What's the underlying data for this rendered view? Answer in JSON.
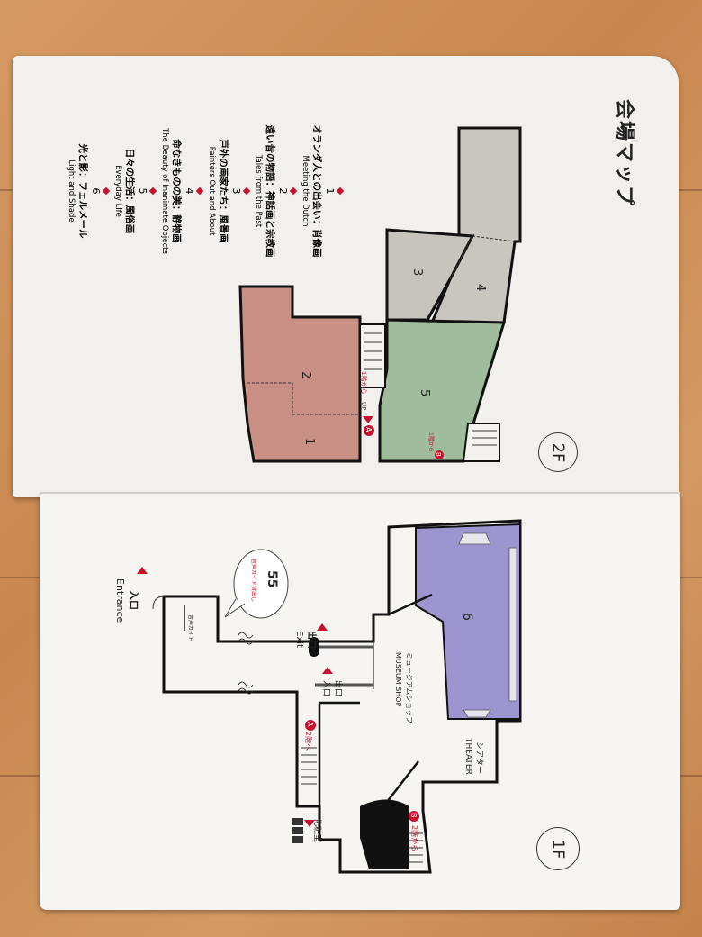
{
  "title": "会場マップ",
  "legend": [
    {
      "num": "1",
      "ja": "オランダ人との出会い：肖像画",
      "en": "Meeting the Dutch"
    },
    {
      "num": "2",
      "ja": "遠い昔の物語：神話画と宗教画",
      "en": "Tales from the Past"
    },
    {
      "num": "3",
      "ja": "戸外の画家たち：風景画",
      "en": "Painters Out and About"
    },
    {
      "num": "4",
      "ja": "命なきものの美：静物画",
      "en": "The Beauty of Inanimate Objects"
    },
    {
      "num": "5",
      "ja": "日々の生活：風俗画",
      "en": "Everyday Life"
    },
    {
      "num": "6",
      "ja": "光と影：フェルメール",
      "en": "Light and Shade"
    }
  ],
  "floor2": {
    "label": "2F",
    "rooms": [
      "1",
      "2",
      "3",
      "4",
      "5"
    ],
    "from1f_a": "1階から",
    "from1f_b": "1階から",
    "up": "UP",
    "marker_a": "A",
    "marker_b": "B"
  },
  "floor1": {
    "label": "1F",
    "room6": "6",
    "theater_ja": "シアター",
    "theater_en": "THEATER",
    "shop_ja": "ミュージアムショップ",
    "shop_en": "MUSEUM SHOP",
    "exit_ja": "出口",
    "exit_en": "Exit",
    "exit2_ja": "出口",
    "entrance_small": "入口",
    "entrance_ja": "入口",
    "entrance_en": "Entrance",
    "to2f_a": "2階へ",
    "from2f_b": "2階から",
    "marker_a": "A",
    "marker_b": "B",
    "restroom": "化粧室",
    "audio_num": "55",
    "audio_label": "音声ガイド貸出し",
    "audio_counter": "音声ガイド"
  },
  "colors": {
    "room_red": "#c98e84",
    "room_green": "#9fbd9c",
    "room_gray": "#c9c6c0",
    "room_purple": "#9c95cf",
    "accent": "#c8102e"
  }
}
